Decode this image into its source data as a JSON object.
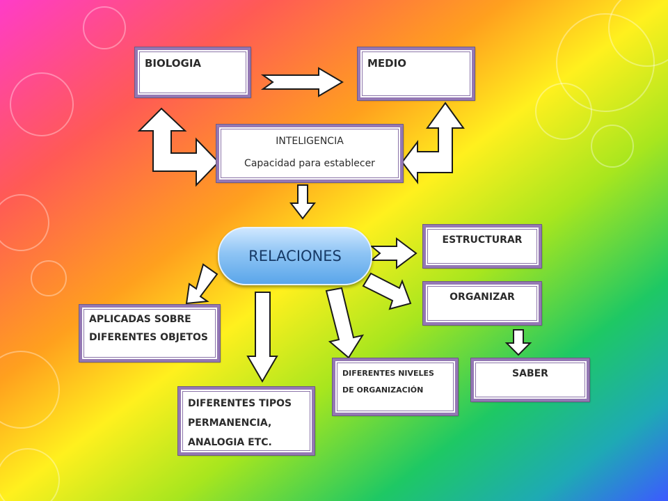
{
  "diagram": {
    "nodes": {
      "biologia": "BIOLOGIA",
      "medio": "MEDIO",
      "inteligencia_title": "INTELIGENCIA",
      "inteligencia_sub": "Capacidad para establecer",
      "relaciones": "RELACIONES",
      "estructurar": "ESTRUCTURAR",
      "organizar": "ORGANIZAR",
      "saber": "SABER",
      "aplicadas": "APLICADAS SOBRE DIFERENTES OBJETOS",
      "tipos_line1": "DIFERENTES TIPOS",
      "tipos_line2": "PERMANENCIA,",
      "tipos_line3": "ANALOGIA ETC.",
      "niveles_line1": "DIFERENTES NIVELES",
      "niveles_line2": "DE ORGANIZACIÓN"
    },
    "colors": {
      "box_border": "#9478b4",
      "box_fill": "#ffffff",
      "pill_fill": "#7db8ee",
      "arrow_fill": "#ffffff",
      "arrow_stroke": "#1a1a1a"
    }
  }
}
